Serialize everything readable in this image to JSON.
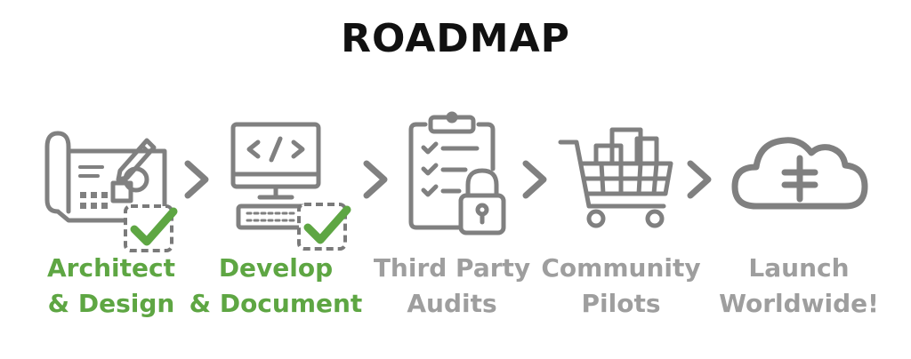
{
  "title": "ROADMAP",
  "colors": {
    "done": "#5ea643",
    "todo": "#9e9e9e",
    "icon_gray": "#808080"
  },
  "steps": [
    {
      "line1": "Architect",
      "line2": "& Design",
      "status": "done",
      "icon": "blueprint-icon"
    },
    {
      "line1": "Develop",
      "line2": "& Document",
      "status": "done",
      "icon": "computer-code-icon"
    },
    {
      "line1": "Third Party",
      "line2": "Audits",
      "status": "todo",
      "icon": "clipboard-lock-icon"
    },
    {
      "line1": "Community",
      "line2": "Pilots",
      "status": "todo",
      "icon": "shopping-cart-icon"
    },
    {
      "line1": "Launch",
      "line2": "Worldwide!",
      "status": "todo",
      "icon": "cloud-icon"
    }
  ]
}
